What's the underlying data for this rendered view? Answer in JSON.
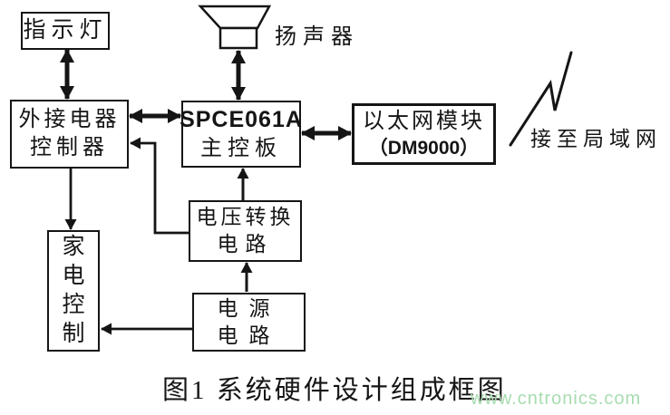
{
  "boxes": {
    "indicator_light": {
      "label": "指示灯"
    },
    "external_controller": {
      "line1": "外接电器",
      "line2": "控制器"
    },
    "main_board": {
      "line1": "SPCE061A",
      "line2": "主控板"
    },
    "ethernet_module": {
      "line1": "以太网模块",
      "line2": "（DM9000）"
    },
    "appliance_control": {
      "label": "家电控制"
    },
    "voltage_converter": {
      "line1": "电压转换",
      "line2": "电路"
    },
    "power_circuit": {
      "line1": "电源",
      "line2": "电路"
    }
  },
  "labels": {
    "speaker": "扬声器",
    "lan": "接至局域网",
    "caption": "图1 系统硬件设计组成框图",
    "watermark": "www.cntronics.com"
  },
  "colors": {
    "line": "#151515",
    "watermark": "#a8dcb0",
    "background": "#ffffff"
  }
}
